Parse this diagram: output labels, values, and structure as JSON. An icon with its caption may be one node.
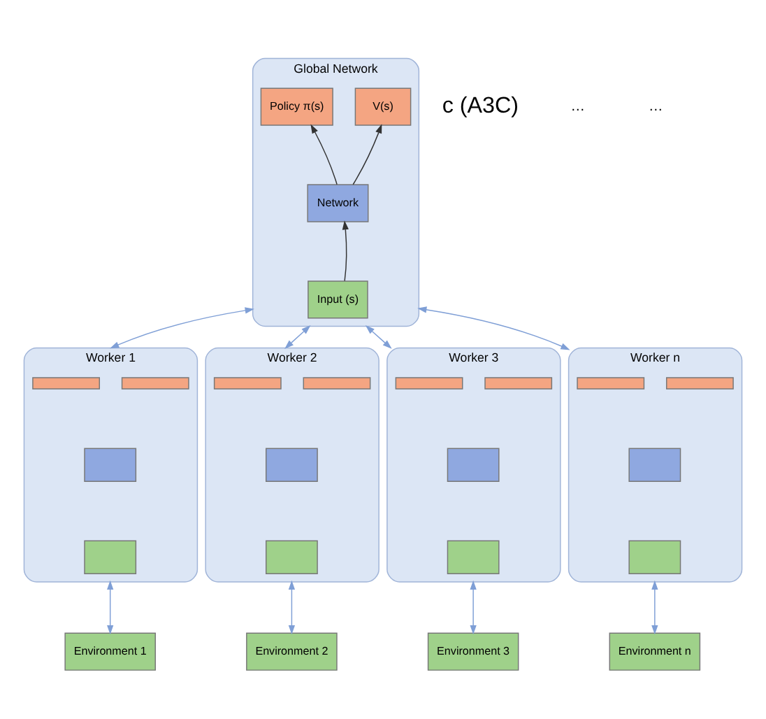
{
  "diagram": {
    "nodes": [
      {
        "text": [
          "Global Network"
        ]
      },
      {
        "text": [
          "Policy π(s)"
        ],
        "in": 0
      },
      {
        "text": [
          "V(s)"
        ],
        "in": 0
      },
      {
        "text": [
          "Network"
        ],
        "in": 0
      },
      {
        "text": [
          "Input (s)"
        ],
        "in": 0
      },
      {
        "text": [
          "Worker 1"
        ]
      },
      {
        "text": [],
        "shape": "bar",
        "in": 5
      },
      {
        "text": [],
        "shape": "bar",
        "in": 5
      },
      {
        "text": [],
        "shape": "box",
        "in": 5
      },
      {
        "text": [],
        "shape": "box",
        "in": 5
      },
      {
        "text": [
          "Worker 2"
        ]
      },
      {
        "text": [],
        "shape": "bar",
        "in": 10
      },
      {
        "text": [],
        "shape": "bar",
        "in": 10
      },
      {
        "text": [],
        "shape": "box",
        "in": 10
      },
      {
        "text": [],
        "shape": "box",
        "in": 10
      },
      {
        "text": [
          "Worker 3"
        ]
      },
      {
        "text": [],
        "shape": "bar",
        "in": 15
      },
      {
        "text": [],
        "shape": "bar",
        "in": 15
      },
      {
        "text": [],
        "shape": "box",
        "in": 15
      },
      {
        "text": [],
        "shape": "box",
        "in": 15
      },
      {
        "text": [
          "Worker n"
        ]
      },
      {
        "text": [],
        "shape": "bar",
        "in": 20
      },
      {
        "text": [],
        "shape": "bar",
        "in": 20
      },
      {
        "text": [],
        "shape": "box",
        "in": 20
      },
      {
        "text": [],
        "shape": "box",
        "in": 20
      },
      {
        "text": [
          "Environment 1"
        ]
      },
      {
        "text": [
          "Environment 2"
        ]
      },
      {
        "text": [
          "Environment 3"
        ]
      },
      {
        "text": [
          "Environment n"
        ]
      }
    ],
    "edges": [
      {
        "from": 4,
        "to": 3,
        "arrow": "to",
        "color": "#333333"
      },
      {
        "from": 3,
        "to": 1,
        "arrow": "to",
        "color": "#333333"
      },
      {
        "from": 3,
        "to": 2,
        "arrow": "to",
        "color": "#333333"
      },
      {
        "from": 0,
        "to": 5,
        "arrow": "both"
      },
      {
        "from": 0,
        "to": 10,
        "arrow": "both"
      },
      {
        "from": 0,
        "to": 15,
        "arrow": "both"
      },
      {
        "from": 0,
        "to": 20,
        "arrow": "both"
      },
      {
        "from": 5,
        "to": 25,
        "arrow": "both"
      },
      {
        "from": 10,
        "to": 26,
        "arrow": "both"
      },
      {
        "from": 15,
        "to": 27,
        "arrow": "both"
      },
      {
        "from": 20,
        "to": 28,
        "arrow": "both"
      }
    ],
    "labels": [
      "c (A3C)",
      "…",
      "…"
    ]
  }
}
